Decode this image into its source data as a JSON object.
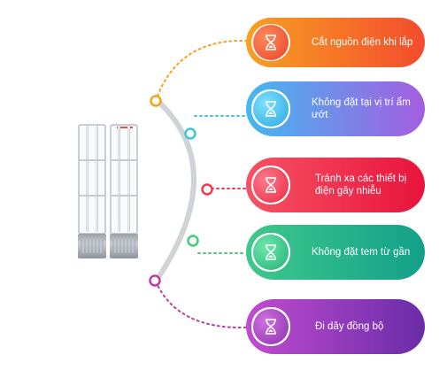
{
  "items": [
    {
      "label": "Cắt nguồn điện khi lắp",
      "icon": "hourglass-icon",
      "color": "#f7a024",
      "color2": "#f44c2c",
      "dot": "#f7a024"
    },
    {
      "label": "Không đặt tại vị trí ẩm ướt",
      "icon": "hourglass-icon",
      "color": "#44b8f0",
      "color2": "#a45de0",
      "dot": "#3cc8d8"
    },
    {
      "label": "Tránh xa các thiết bị điện gây nhiễu",
      "icon": "hourglass-icon",
      "color": "#f65264",
      "color2": "#e8143c",
      "dot": "#f23a4a"
    },
    {
      "label": "Không đặt tem từ gần",
      "icon": "hourglass-icon",
      "color": "#3fc88a",
      "color2": "#12a08a",
      "dot": "#44cc78"
    },
    {
      "label": "Đi dây đồng bộ",
      "icon": "hourglass-icon",
      "color": "#c04cd0",
      "color2": "#6a2ca8",
      "dot": "#c03c9c"
    }
  ]
}
